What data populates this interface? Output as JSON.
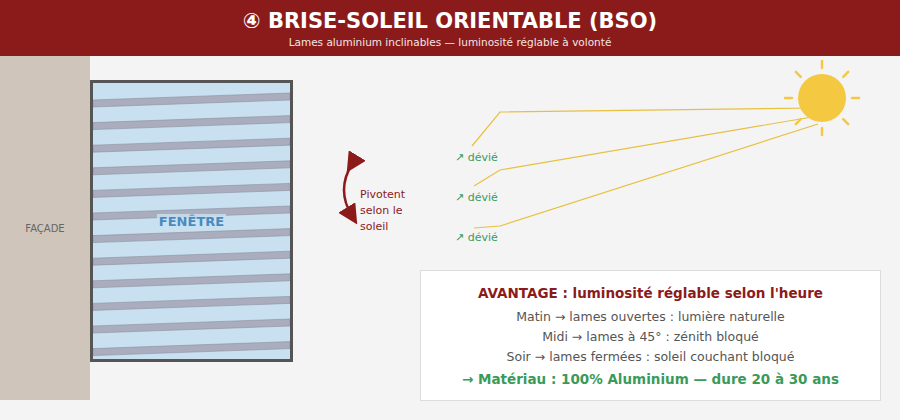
{
  "diagram": {
    "title": "④ BRISE-SOLEIL ORIENTABLE (BSO)",
    "caption": "Lames aluminium inclinables — luminosité réglable à volonté",
    "nodes": [
      {
        "text": [
          "FAÇADE"
        ]
      },
      {
        "text": [
          "FENÊTRE"
        ]
      },
      {
        "text": [
          "AVANTAGE : luminosité réglable selon l'heure",
          "Matin → lames ouvertes : lumière naturelle",
          "Midi → lames à 45° : zénith bloqué",
          "Soir → lames fermées : soleil couchant bloqué",
          "→ Matériau : 100% Aluminium — dure 20 à 30 ans"
        ]
      }
    ],
    "labels": [
      "Pivotent selon le soleil",
      "↗ dévié",
      "↗ dévié",
      "↗ dévié"
    ]
  }
}
